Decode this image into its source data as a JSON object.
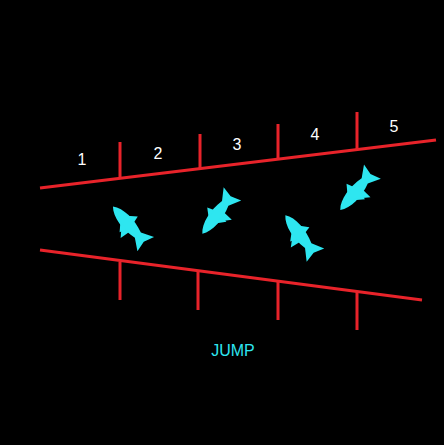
{
  "diagram": {
    "labels": [
      "1",
      "2",
      "3",
      "4",
      "5",
      "JUMP"
    ]
  }
}
